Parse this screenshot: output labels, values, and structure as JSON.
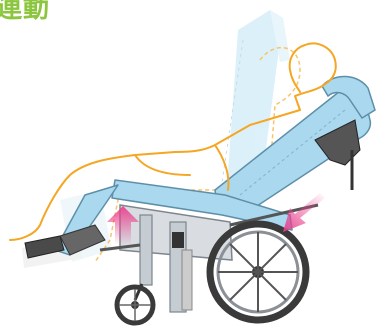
{
  "heading": {
    "text": "連動"
  },
  "colors": {
    "heading": "#8cc63f",
    "seat_blue": "#a9d8ef",
    "seat_outline": "#5e8fa8",
    "ghost_blue": "#d6eef9",
    "person_outline": "#f5a623",
    "arrow_pink": "#e8408c",
    "frame_gray": "#b8bec4",
    "wheel_dark": "#3a3a3a"
  },
  "icons": {
    "left_arrow": "up-arrow-pink",
    "right_arrow": "diagonal-arrow-pink"
  }
}
